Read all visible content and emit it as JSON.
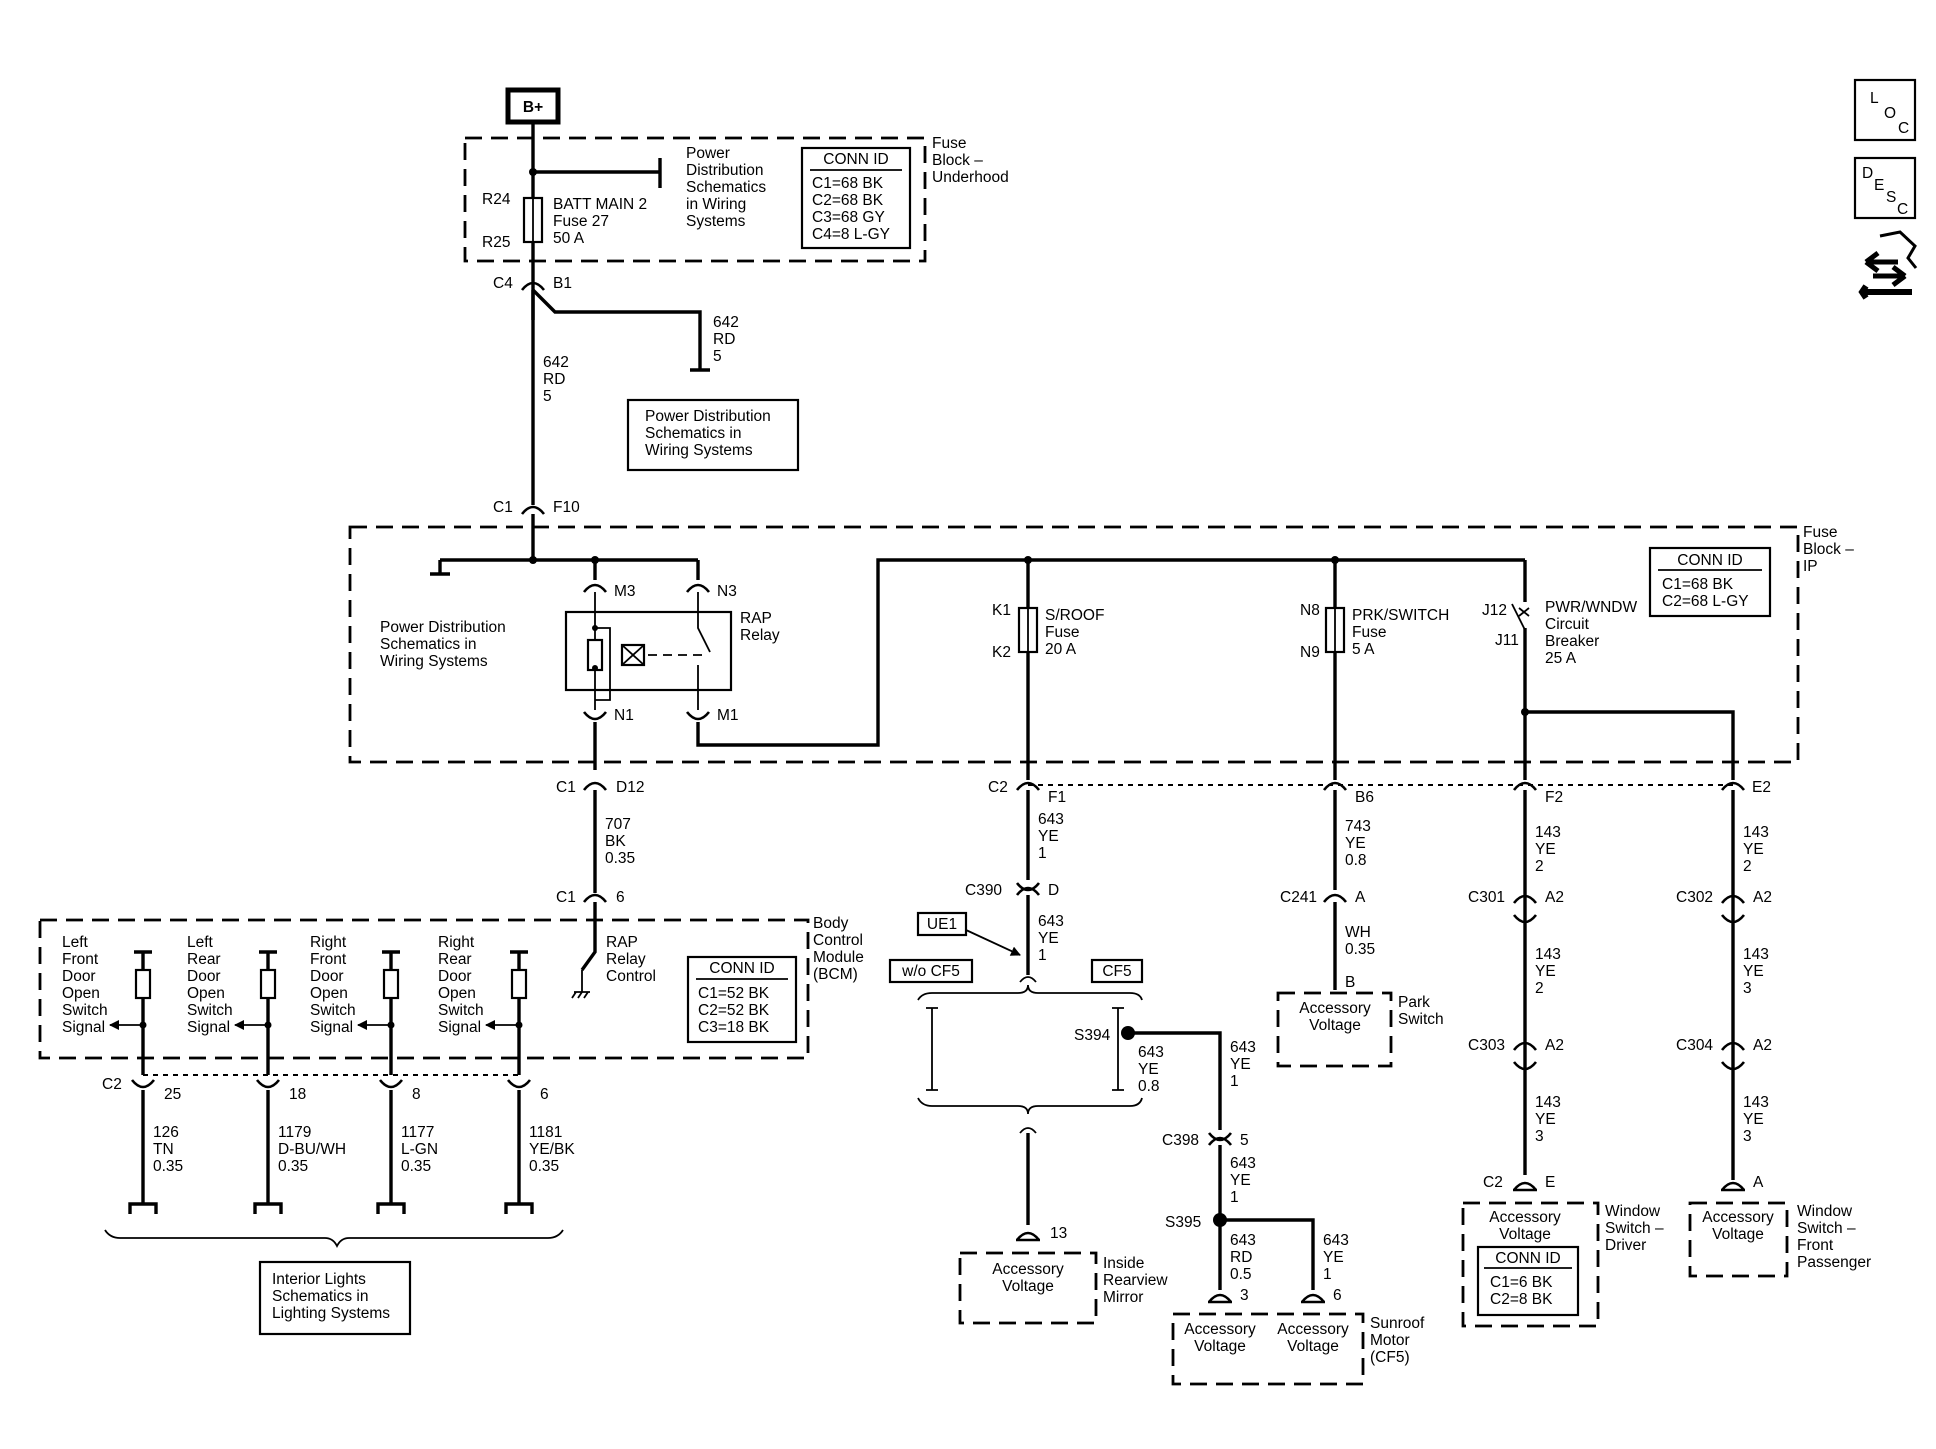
{
  "nav": {
    "loc": [
      "L",
      "O",
      "C"
    ],
    "desc": [
      "D",
      "E",
      "S",
      "C"
    ]
  },
  "top": {
    "bplus": "B+",
    "fb_uh": [
      "Fuse",
      "Block –",
      "Underhood"
    ],
    "pd_ref_a": [
      "Power",
      "Distribution",
      "Schematics",
      "in Wiring",
      "Systems"
    ],
    "conn_uh": {
      "title": "CONN ID",
      "rows": [
        "C1=68 BK",
        "C2=68 BK",
        "C3=68 GY",
        "C4=8 L-GY"
      ]
    },
    "r24": "R24",
    "r25": "R25",
    "fuse27": [
      "BATT MAIN 2",
      "Fuse 27",
      "50 A"
    ],
    "c4": "C4",
    "b1": "B1",
    "w642a": [
      "642",
      "RD",
      "5"
    ],
    "w642b": [
      "642",
      "RD",
      "5"
    ],
    "pd_ref_b": [
      "Power Distribution",
      "Schematics in",
      "Wiring Systems"
    ],
    "c1": "C1",
    "f10": "F10"
  },
  "ip": {
    "title": [
      "Fuse",
      "Block –",
      "IP"
    ],
    "conn": {
      "title": "CONN ID",
      "rows": [
        "C1=68 BK",
        "C2=68 L-GY"
      ]
    },
    "pd_ref": [
      "Power Distribution",
      "Schematics in",
      "Wiring Systems"
    ],
    "m3": "M3",
    "n3": "N3",
    "n1": "N1",
    "m1": "M1",
    "rap": [
      "RAP",
      "Relay"
    ],
    "k1": "K1",
    "k2": "K2",
    "sroof": [
      "S/ROOF",
      "Fuse",
      "20 A"
    ],
    "n8": "N8",
    "n9": "N9",
    "prk": [
      "PRK/SWITCH",
      "Fuse",
      "5 A"
    ],
    "j12": "J12",
    "j11": "J11",
    "pwr": [
      "PWR/WNDW",
      "Circuit",
      "Breaker",
      "25 A"
    ]
  },
  "conns": {
    "c1": "C1",
    "d12": "D12",
    "c2": "C2",
    "f1": "F1",
    "b6": "B6",
    "f2": "F2",
    "e2": "E2",
    "six": "6",
    "c390": "C390",
    "d": "D",
    "c241": "C241",
    "a": "A",
    "c301": "C301",
    "a2a": "A2",
    "c302": "C302",
    "a2b": "A2",
    "c303": "C303",
    "a2c": "A2",
    "c304": "C304",
    "a2d": "A2",
    "s394": "S394",
    "c398": "C398",
    "five": "5",
    "s395": "S395",
    "c2e": "C2",
    "e": "E",
    "a_fp": "A",
    "b": "B",
    "thirteen": "13",
    "three": "3",
    "six_b": "6"
  },
  "wires": {
    "w707": [
      "707",
      "BK",
      "0.35"
    ],
    "w643_1": [
      "643",
      "YE",
      "1"
    ],
    "w643_2": [
      "643",
      "YE",
      "1"
    ],
    "w643_3": [
      "643",
      "YE",
      "0.8"
    ],
    "w643_4": [
      "643",
      "YE",
      "1"
    ],
    "w643_5": [
      "643",
      "YE",
      "1"
    ],
    "w643_6": [
      "643",
      "RD",
      "0.5"
    ],
    "w643_7": [
      "643",
      "YE",
      "1"
    ],
    "w743": [
      "743",
      "YE",
      "0.8"
    ],
    "wwh": [
      "WH",
      "0.35"
    ],
    "w143_1": [
      "143",
      "YE",
      "2"
    ],
    "w143_2": [
      "143",
      "YE",
      "2"
    ],
    "w143_3": [
      "143",
      "YE",
      "3"
    ],
    "w143_4": [
      "143",
      "YE",
      "3"
    ],
    "w143_5": [
      "143",
      "YE",
      "3"
    ],
    "w126": [
      "126",
      "TN",
      "0.35"
    ],
    "w1179": [
      "1179",
      "D-BU/WH",
      "0.35"
    ],
    "w1177": [
      "1177",
      "L-GN",
      "0.35"
    ],
    "w1181": [
      "1181",
      "YE/BK",
      "0.35"
    ]
  },
  "bcm": {
    "title": [
      "Body",
      "Control",
      "Module",
      "(BCM)"
    ],
    "conn": {
      "title": "CONN ID",
      "rows": [
        "C1=52 BK",
        "C2=52 BK",
        "C3=18 BK"
      ]
    },
    "rapctl": [
      "RAP",
      "Relay",
      "Control"
    ],
    "lf": [
      "Left",
      "Front",
      "Door",
      "Open",
      "Switch",
      "Signal"
    ],
    "lr": [
      "Left",
      "Rear",
      "Door",
      "Open",
      "Switch",
      "Signal"
    ],
    "rf": [
      "Right",
      "Front",
      "Door",
      "Open",
      "Switch",
      "Signal"
    ],
    "rr": [
      "Right",
      "Rear",
      "Door",
      "Open",
      "Switch",
      "Signal"
    ],
    "c2": "C2",
    "p25": "25",
    "p18": "18",
    "p8": "8",
    "p6": "6"
  },
  "opts": {
    "ue1": "UE1",
    "wocf5": "w/o CF5",
    "cf5": "CF5"
  },
  "loads": {
    "park_acc": [
      "Accessory",
      "Voltage"
    ],
    "park": [
      "Park",
      "Switch"
    ],
    "mirror_acc": [
      "Accessory",
      "Voltage"
    ],
    "mirror": [
      "Inside",
      "Rearview",
      "Mirror"
    ],
    "sun_acc1": [
      "Accessory",
      "Voltage"
    ],
    "sun_acc2": [
      "Accessory",
      "Voltage"
    ],
    "sunroof": [
      "Sunroof",
      "Motor",
      "(CF5)"
    ],
    "wsd_acc": [
      "Accessory",
      "Voltage"
    ],
    "wsd": [
      "Window",
      "Switch –",
      "Driver"
    ],
    "wsd_conn": {
      "title": "CONN ID",
      "rows": [
        "C1=6 BK",
        "C2=8 BK"
      ]
    },
    "wsp_acc": [
      "Accessory",
      "Voltage"
    ],
    "wsp": [
      "Window",
      "Switch –",
      "Front",
      "Passenger"
    ],
    "interior": [
      "Interior Lights",
      "Schematics in",
      "Lighting Systems"
    ]
  }
}
